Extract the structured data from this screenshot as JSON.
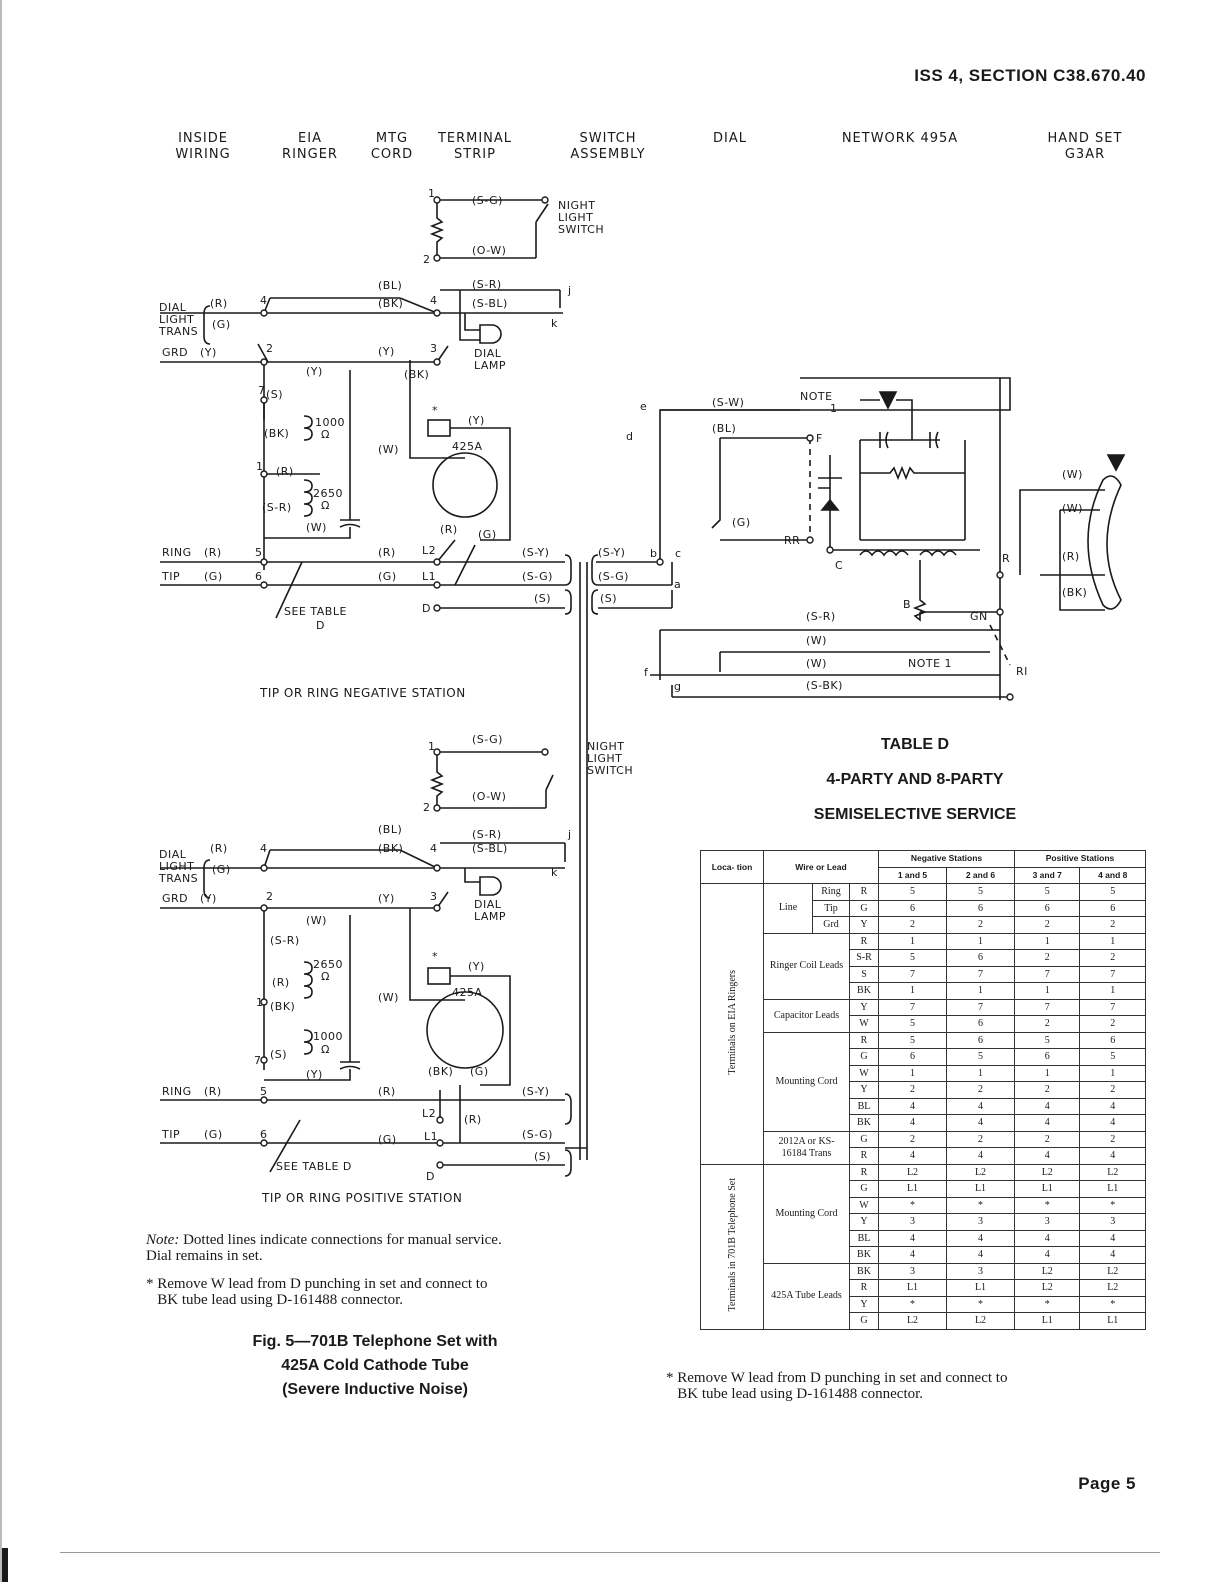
{
  "header": {
    "section": "ISS 4, SECTION C38.670.40",
    "page": "Page 5"
  },
  "columns": [
    {
      "line1": "INSIDE",
      "line2": "WIRING"
    },
    {
      "line1": "EIA",
      "line2": "RINGER"
    },
    {
      "line1": "MTG",
      "line2": "CORD"
    },
    {
      "line1": "TERMINAL",
      "line2": "STRIP"
    },
    {
      "line1": "SWITCH",
      "line2": "ASSEMBLY"
    },
    {
      "line1": "DIAL",
      "line2": ""
    },
    {
      "line1": "NETWORK 495A",
      "line2": ""
    },
    {
      "line1": "HAND SET",
      "line2": "G3AR"
    }
  ],
  "diagram": {
    "negative_station_label": "TIP OR RING NEGATIVE STATION",
    "positive_station_label": "TIP OR RING POSITIVE STATION",
    "labels": {
      "dial_light_trans_1": "DIAL",
      "dial_light_trans_2": "LIGHT",
      "dial_light_trans_3": "TRANS",
      "grd": "GRD",
      "ring": "RING",
      "tip": "TIP",
      "y": "(Y)",
      "r": "(R)",
      "g": "(G)",
      "w": "(W)",
      "bk": "(BK)",
      "bl": "(BL)",
      "s": "(S)",
      "sr": "(S-R)",
      "sg": "(S-G)",
      "sy": "(S-Y)",
      "sw": "(S-W)",
      "sbl": "(S-BL)",
      "sbk": "(S-BK)",
      "ow": "(O-W)",
      "ohm1000": "1000",
      "ohm2650": "2650",
      "ohm": "Ω",
      "tube": "425A",
      "star": "*",
      "night_light_switch_1": "NIGHT",
      "night_light_switch_2": "LIGHT",
      "night_light_switch_3": "SWITCH",
      "dial_lamp_1": "DIAL",
      "dial_lamp_2": "LAMP",
      "see_table_d_1": "SEE TABLE",
      "see_table_d_2": "D",
      "see_table_d_full": "SEE TABLE D",
      "note1_1": "NOTE",
      "note1_2": "1",
      "note1_inline": "NOTE 1",
      "t1": "1",
      "t2": "2",
      "t3": "3",
      "t4": "4",
      "t5": "5",
      "t6": "6",
      "t7": "7",
      "l1": "L1",
      "l2": "L2",
      "d": "D",
      "ta": "a",
      "tb": "b",
      "tc": "c",
      "tdd": "d",
      "te": "e",
      "tf": "f",
      "tg": "g",
      "tj": "j",
      "tk": "k",
      "tF": "F",
      "tRR": "RR",
      "tC": "C",
      "tB": "B",
      "tGN": "GN",
      "tR": "R",
      "tRI": "RI"
    }
  },
  "notes": {
    "note_label": "Note:",
    "note_text": " Dotted lines indicate connections for manual service.",
    "note_text2": "Dial remains in set.",
    "star_line1": "Remove W lead from D punching in set and connect to",
    "star_line2": "BK tube lead using D-161488 connector.",
    "star_symbol": "*"
  },
  "caption": {
    "line1": "Fig. 5—701B Telephone Set with",
    "line2": "425A Cold Cathode Tube",
    "line3": "(Severe Inductive Noise)"
  },
  "table_d": {
    "title1": "TABLE D",
    "title2": "4-PARTY AND 8-PARTY",
    "title3": "SEMISELECTIVE SERVICE",
    "headers": {
      "location": "Loca- tion",
      "wire": "Wire or Lead",
      "negative": "Negative Stations",
      "positive": "Positive Stations",
      "n1": "1 and 5",
      "n2": "2 and 6",
      "p1": "3 and 7",
      "p2": "4 and 8"
    },
    "loc1": "Terminals on EIA Ringers",
    "loc2": "Terminals in 701B Telephone Set",
    "groups": {
      "line": "Line",
      "ringer": "Ringer Coil Leads",
      "capacitor": "Capacitor Leads",
      "mounting": "Mounting Cord",
      "trans": "2012A or KS-16184 Trans",
      "mounting2": "Mounting Cord",
      "tube": "425A Tube Leads"
    },
    "line_sub": [
      "Ring",
      "Tip",
      "Grd"
    ],
    "rows": [
      [
        "R",
        "5",
        "5",
        "5",
        "5"
      ],
      [
        "G",
        "6",
        "6",
        "6",
        "6"
      ],
      [
        "Y",
        "2",
        "2",
        "2",
        "2"
      ],
      [
        "R",
        "1",
        "1",
        "1",
        "1"
      ],
      [
        "S-R",
        "5",
        "6",
        "2",
        "2"
      ],
      [
        "S",
        "7",
        "7",
        "7",
        "7"
      ],
      [
        "BK",
        "1",
        "1",
        "1",
        "1"
      ],
      [
        "Y",
        "7",
        "7",
        "7",
        "7"
      ],
      [
        "W",
        "5",
        "6",
        "2",
        "2"
      ],
      [
        "R",
        "5",
        "6",
        "5",
        "6"
      ],
      [
        "G",
        "6",
        "5",
        "6",
        "5"
      ],
      [
        "W",
        "1",
        "1",
        "1",
        "1"
      ],
      [
        "Y",
        "2",
        "2",
        "2",
        "2"
      ],
      [
        "BL",
        "4",
        "4",
        "4",
        "4"
      ],
      [
        "BK",
        "4",
        "4",
        "4",
        "4"
      ],
      [
        "G",
        "2",
        "2",
        "2",
        "2"
      ],
      [
        "R",
        "4",
        "4",
        "4",
        "4"
      ],
      [
        "R",
        "L2",
        "L2",
        "L2",
        "L2"
      ],
      [
        "G",
        "L1",
        "L1",
        "L1",
        "L1"
      ],
      [
        "W",
        "*",
        "*",
        "*",
        "*"
      ],
      [
        "Y",
        "3",
        "3",
        "3",
        "3"
      ],
      [
        "BL",
        "4",
        "4",
        "4",
        "4"
      ],
      [
        "BK",
        "4",
        "4",
        "4",
        "4"
      ],
      [
        "BK",
        "3",
        "3",
        "L2",
        "L2"
      ],
      [
        "R",
        "L1",
        "L1",
        "L2",
        "L2"
      ],
      [
        "Y",
        "*",
        "*",
        "*",
        "*"
      ],
      [
        "G",
        "L2",
        "L2",
        "L1",
        "L1"
      ]
    ]
  },
  "table_note": {
    "line1": "Remove W lead from D punching in set and connect to",
    "line2": "BK tube lead using D-161488 connector.",
    "star": "*"
  }
}
